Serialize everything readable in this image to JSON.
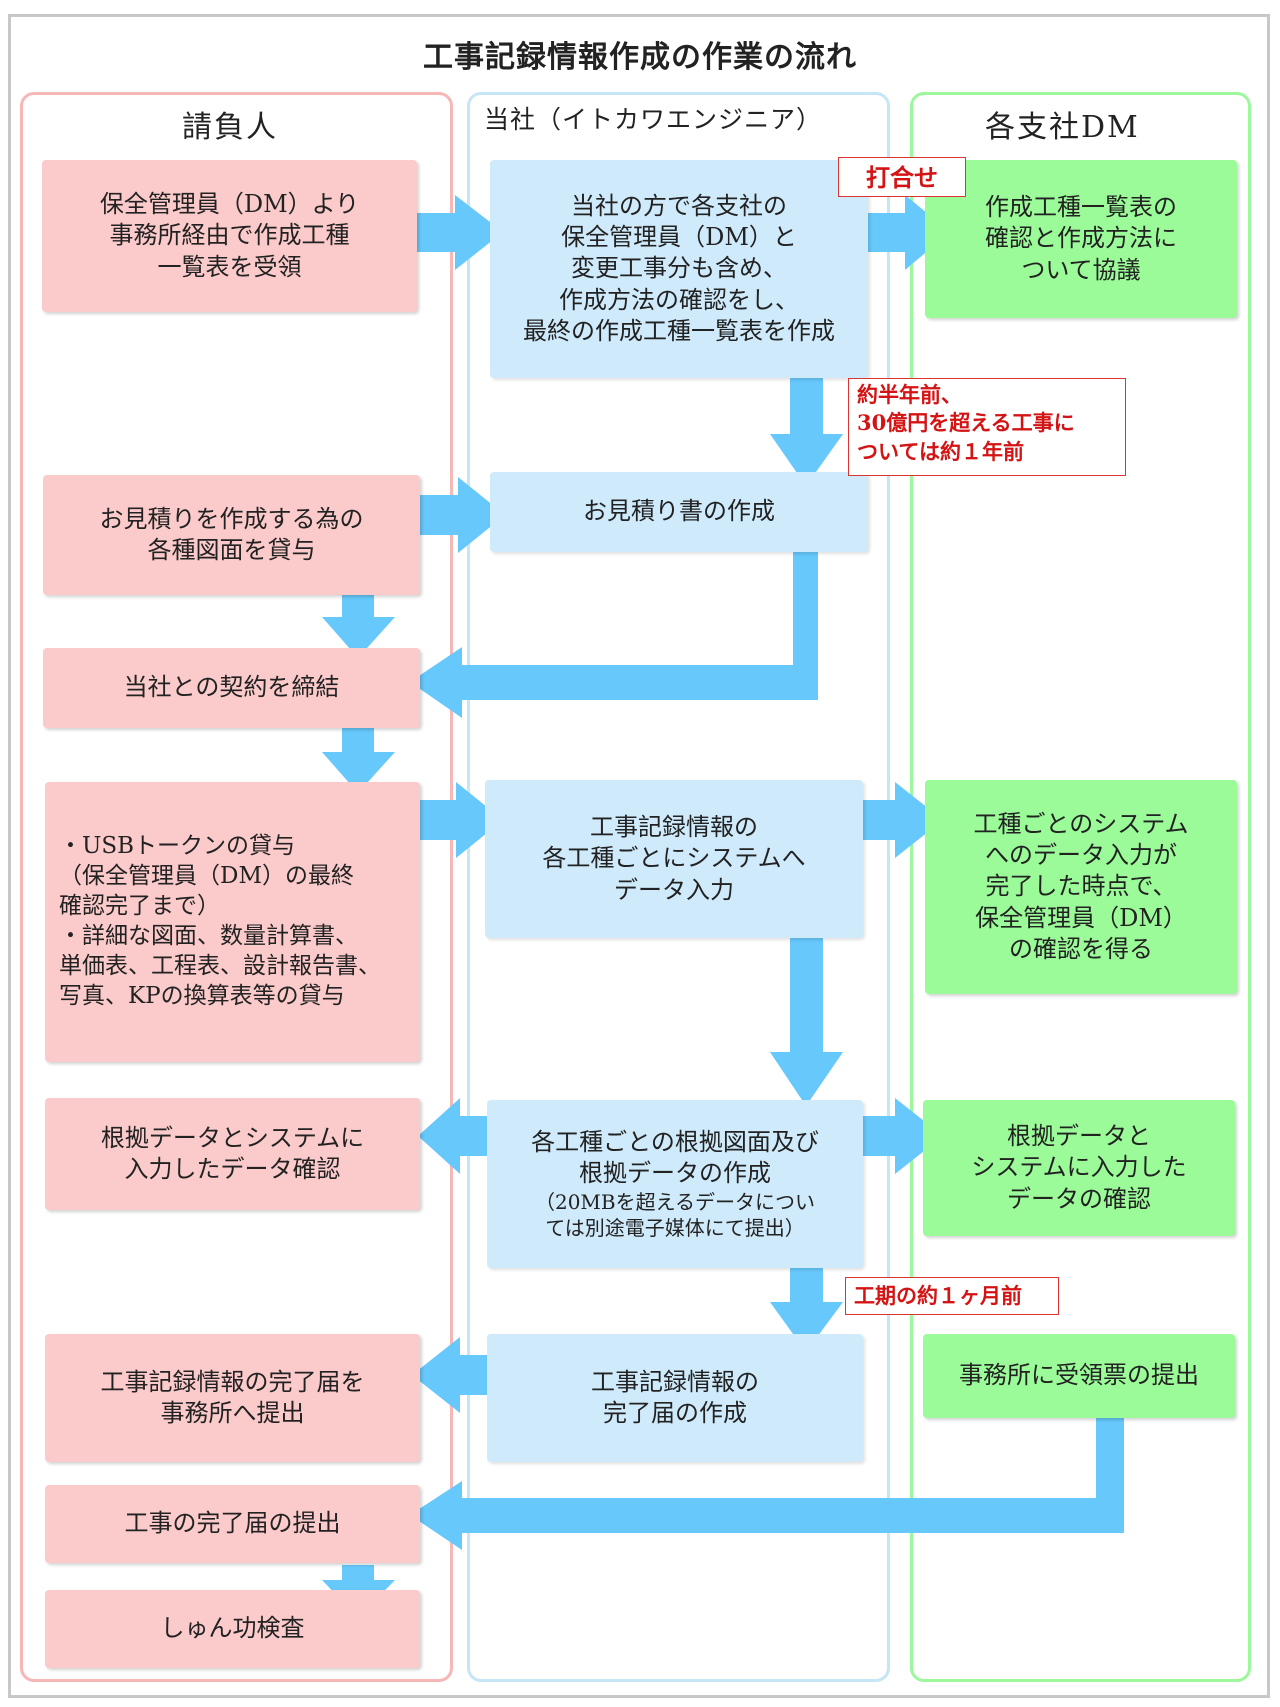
{
  "title": "工事記録情報作成の作業の流れ",
  "lanes": {
    "contractor": "請負人",
    "company": "当社（イトカワエンジニア）",
    "branch": "各支社DM"
  },
  "boxes": {
    "c1": "保全管理員（DM）より\n事務所経由で作成工種\n一覧表を受領",
    "c2": "お見積りを作成する為の\n各種図面を貸与",
    "c3": "当社との契約を締結",
    "c4": "・USBトークンの貸与\n（保全管理員（DM）の最終\n確認完了まで）\n・詳細な図面、数量計算書、\n単価表、工程表、設計報告書、\n写真、KPの換算表等の貸与",
    "c5": "根拠データとシステムに\n入力したデータ確認",
    "c6": "工事記録情報の完了届を\n事務所へ提出",
    "c7": "工事の完了届の提出",
    "c8": "しゅん功検査",
    "k1": "当社の方で各支社の\n保全管理員（DM）と\n変更工事分も含め、\n作成方法の確認をし、\n最終の作成工種一覧表を作成",
    "k2": "お見積り書の作成",
    "k3": "工事記録情報の\n各工種ごとにシステムへ\nデータ入力",
    "k4_main": "各工種ごとの根拠図面及び\n根拠データの作成",
    "k4_sub": "（20MBを超えるデータについ\nては別途電子媒体にて提出）",
    "k5": "工事記録情報の\n完了届の作成",
    "g1": "作成工種一覧表の\n確認と作成方法に\nついて協議",
    "g2": "工種ごとのシステム\nへのデータ入力が\n完了した時点で、\n保全管理員（DM）\nの確認を得る",
    "g3": "根拠データと\nシステムに入力した\nデータの確認",
    "g4": "事務所に受領票の提出"
  },
  "notes": {
    "n1": "打合せ",
    "n2": "約半年前、\n30億円を超える工事に\nついては約１年前",
    "n3": "工期の約１ヶ月前"
  },
  "colors": {
    "arrow": "#66c8fb",
    "pink_box": "#fbcaca",
    "blue_box": "#cfeafb",
    "green_box": "#9afb98",
    "note_text": "#d41414"
  }
}
